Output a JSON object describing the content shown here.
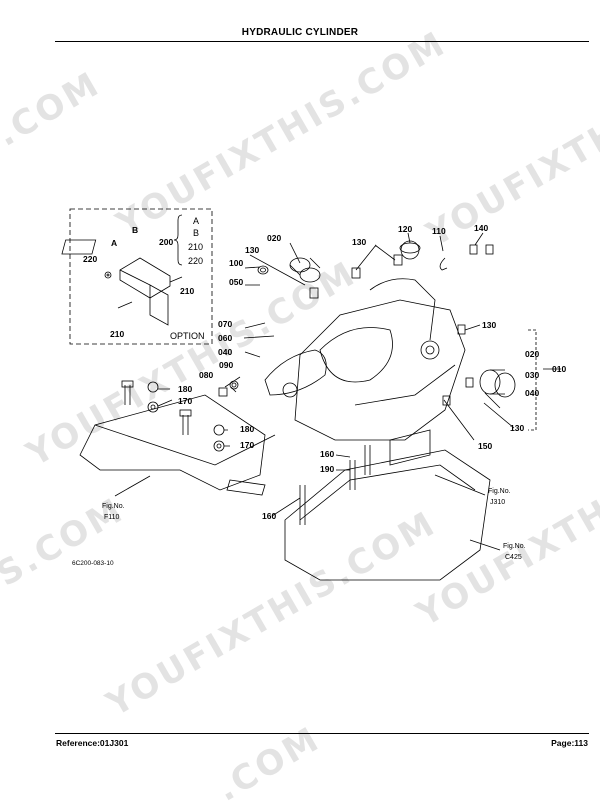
{
  "header": {
    "title": "HYDRAULIC CYLINDER"
  },
  "watermark": {
    "text": "YOUFIXTHIS.COM",
    "fragments": [
      ".COM",
      "YOUFIXTHIS.COM",
      "YOUFIXTHIS",
      "YOUFIXTHIS.COM",
      "S.COM",
      "YOUFIXTHIS",
      "YOUFIXTHIS.COM",
      ".COM"
    ]
  },
  "diagram": {
    "part_labels": [
      "020",
      "130",
      "100",
      "050",
      "070",
      "060",
      "040",
      "080",
      "090",
      "120",
      "110",
      "140",
      "130",
      "130",
      "020",
      "030",
      "040",
      "010",
      "130",
      "150",
      "180",
      "170",
      "180",
      "170",
      "160",
      "190",
      "160",
      "200",
      "220",
      "210",
      "210"
    ],
    "option_box": {
      "letter_a": "A",
      "letter_b": "B",
      "legend": [
        "A",
        "B",
        "210",
        "220"
      ],
      "label": "OPTION"
    },
    "fig_refs": [
      {
        "line1": "Fig.No.",
        "line2": "F110"
      },
      {
        "line1": "Fig.No.",
        "line2": "J310"
      },
      {
        "line1": "Fig.No.",
        "line2": "C425"
      }
    ],
    "drawing_code": "6C200-083-10"
  },
  "footer": {
    "reference": "Reference:01J301",
    "page": "Page:113"
  }
}
